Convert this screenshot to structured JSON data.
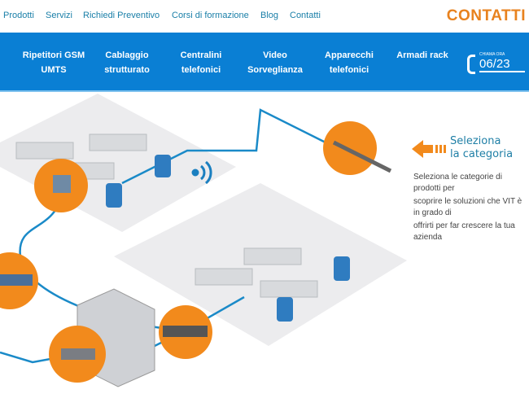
{
  "top_menu": [
    "Prodotti",
    "Servizi",
    "Richiedi Preventivo",
    "Corsi di formazione",
    "Blog",
    "Contatti"
  ],
  "brand": "CONTATTI",
  "nav": [
    {
      "l1": "Ripetitori GSM",
      "l2": "UMTS"
    },
    {
      "l1": "Cablaggio",
      "l2": "strutturato"
    },
    {
      "l1": "Centralini",
      "l2": "telefonici"
    },
    {
      "l1": "Video",
      "l2": "Sorveglianza"
    },
    {
      "l1": "Apparecchi",
      "l2": "telefonici"
    },
    {
      "l1": "Armadi rack",
      "l2": ""
    }
  ],
  "phone": {
    "label": "CHIAMA ORA",
    "number": "06/23"
  },
  "select": {
    "title1": "Seleziona",
    "title2": "la categoria",
    "desc": [
      "Seleziona le categorie di prodotti per",
      "scoprire le soluzioni che VIT è in grado di",
      "offrirti per far crescere la tua azienda"
    ]
  },
  "colors": {
    "nav": "#0a7fd4",
    "orange": "#f28a1c",
    "link": "#1a7fa8"
  }
}
